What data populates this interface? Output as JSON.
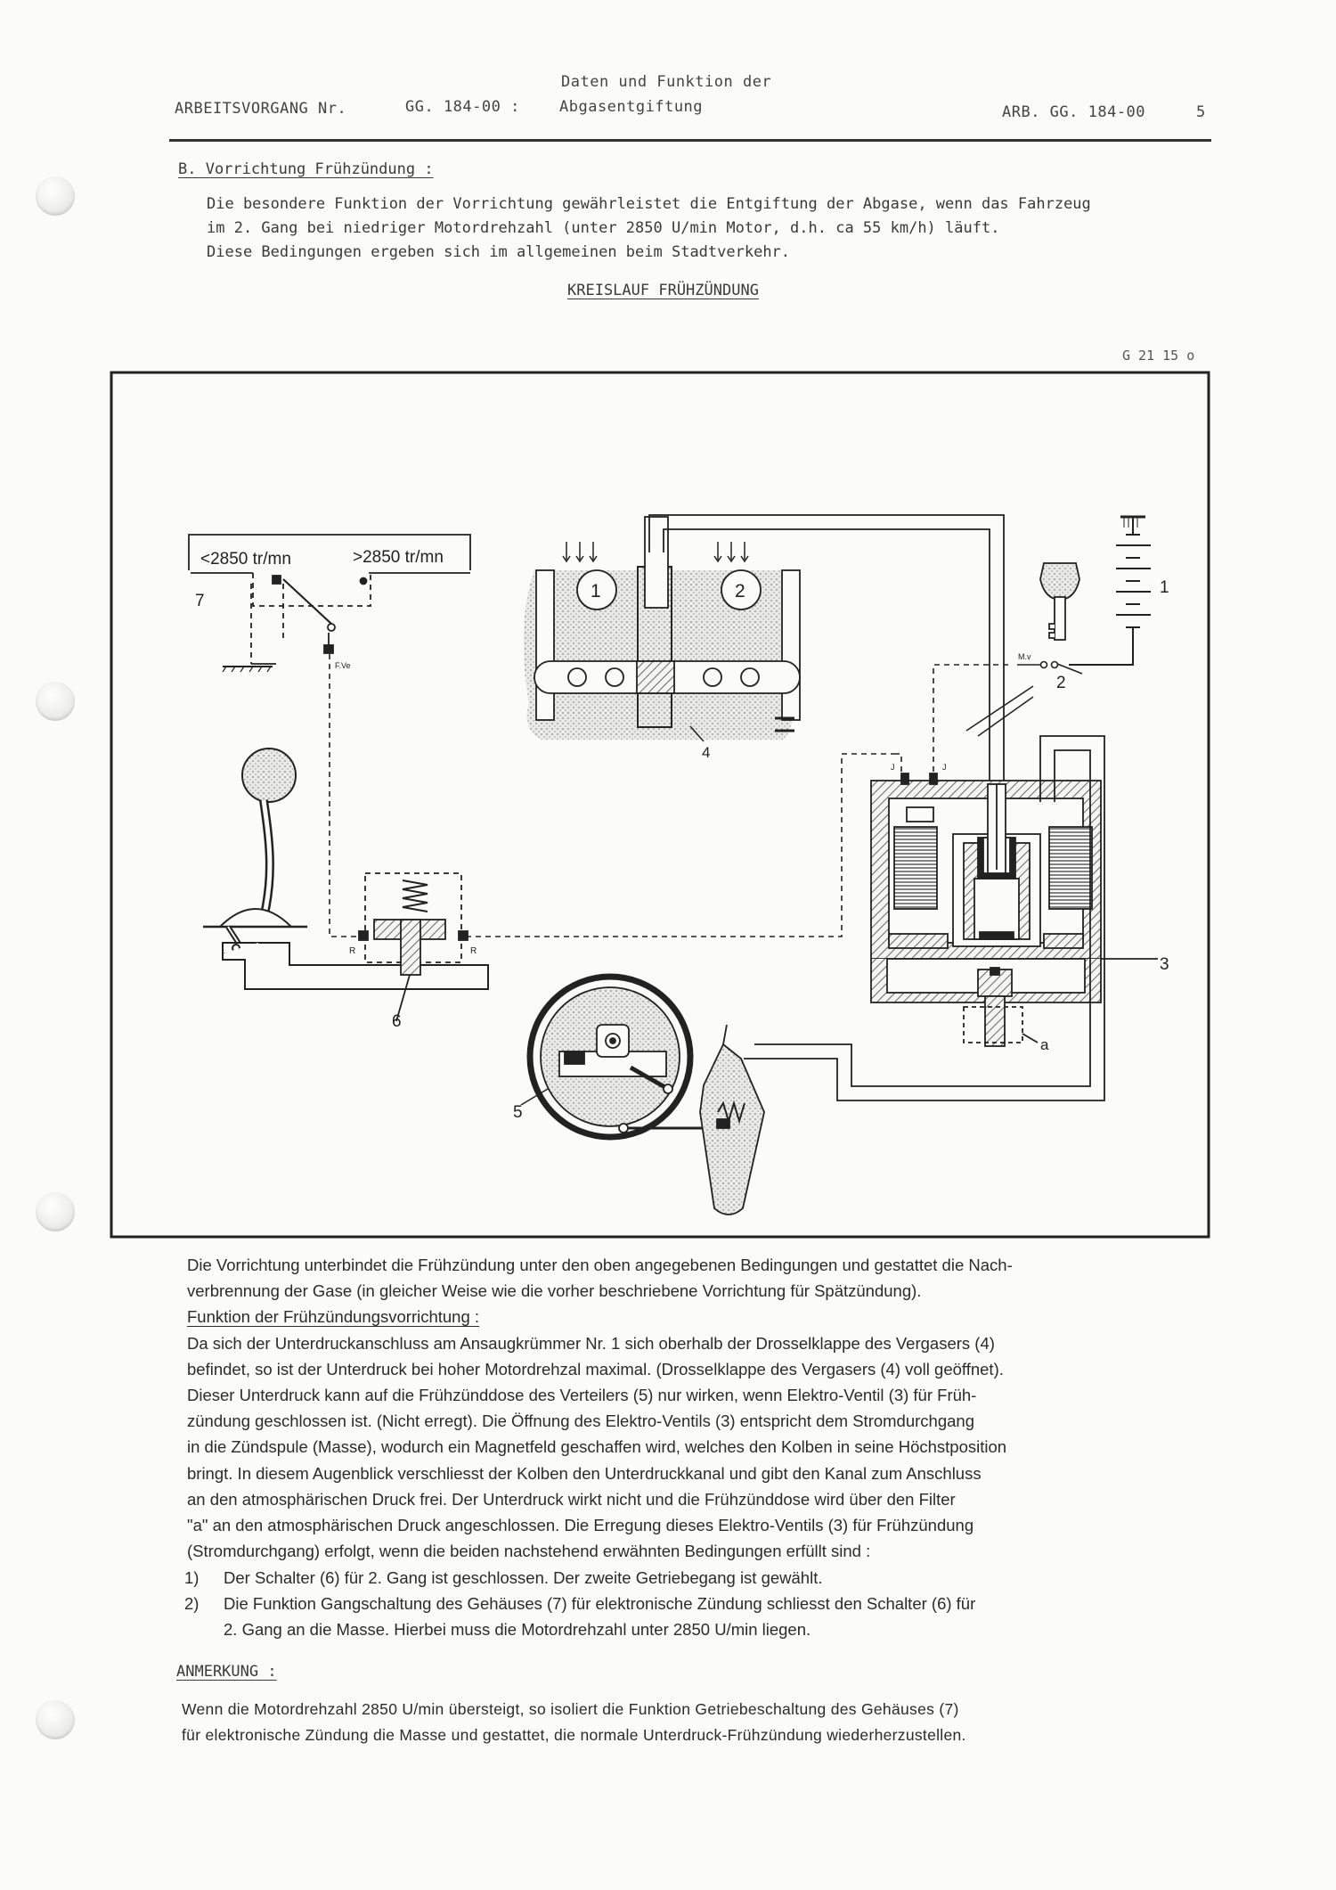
{
  "header": {
    "left": "ARBEITSVORGANG Nr.",
    "code": "GG. 184-00 :",
    "title_line1": "Daten und Funktion der",
    "title_line2": "Abgasentgiftung",
    "right": "ARB. GG. 184-00",
    "page": "5"
  },
  "section": {
    "heading": "B. Vorrichtung Frühzündung :",
    "intro": [
      "Die besondere Funktion der Vorrichtung gewährleistet die Entgiftung der Abgase, wenn das Fahrzeug",
      "im 2. Gang bei niedriger Motordrehzahl (unter 2850 U/min Motor, d.h. ca 55 km/h) läuft.",
      "Diese Bedingungen ergeben sich im allgemeinen beim Stadtverkehr."
    ],
    "diagram_title": "KREISLAUF FRÜHZÜNDUNG",
    "figure_code": "G 21 15 o"
  },
  "diagram": {
    "rpm_low": "<2850 tr/mn",
    "rpm_high": ">2850 tr/mn",
    "fve": "F.Ve",
    "mv": "M.v",
    "j": "J",
    "r": "R",
    "a": "a",
    "labels": [
      "1",
      "2",
      "3",
      "4",
      "5",
      "6",
      "7"
    ],
    "cyl": [
      "1",
      "2"
    ]
  },
  "body": {
    "para1": [
      "Die Vorrichtung unterbindet die Frühzündung unter den oben angegebenen Bedingungen und gestattet die Nach-",
      "verbrennung der Gase (in gleicher Weise wie die vorher beschriebene Vorrichtung für Spätzündung)."
    ],
    "func_heading": "Funktion der Frühzündungsvorrichtung :",
    "para2": [
      "Da sich der Unterdruckanschluss am Ansaugkrümmer Nr. 1 sich oberhalb der Drosselklappe des Vergasers (4)",
      "befindet, so ist der Unterdruck bei hoher Motordrehzal maximal. (Drosselklappe des Vergasers (4) voll geöffnet).",
      "Dieser Unterdruck kann auf die Frühzünddose des Verteilers (5)  nur wirken, wenn Elektro-Ventil (3) für Früh-",
      "zündung geschlossen ist. (Nicht erregt). Die Öffnung des Elektro-Ventils (3) entspricht dem Stromdurchgang",
      "in die Zündspule (Masse), wodurch ein Magnetfeld geschaffen wird, welches den Kolben in seine Höchstposition",
      "bringt. In diesem Augenblick verschliesst der Kolben den Unterdruckkanal und gibt den Kanal zum Anschluss",
      "an den atmosphärischen Druck frei. Der Unterdruck wirkt nicht und die Frühzünddose wird über den Filter",
      "\"a\" an den atmosphärischen Druck angeschlossen. Die Erregung dieses Elektro-Ventils (3) für Frühzündung",
      "(Stromdurchgang) erfolgt, wenn die beiden nachstehend erwähnten Bedingungen erfüllt sind :"
    ],
    "list": [
      {
        "num": "1)",
        "lines": [
          "Der Schalter (6) für 2. Gang ist geschlossen. Der zweite Getriebegang ist gewählt."
        ]
      },
      {
        "num": "2)",
        "lines": [
          "Die Funktion Gangschaltung des Gehäuses (7) für elektronische Zündung schliesst den Schalter (6) für",
          "2. Gang an die Masse. Hierbei muss die Motordrehzahl unter 2850 U/min liegen."
        ]
      }
    ],
    "note_heading": "ANMERKUNG :",
    "note": [
      "Wenn die Motordrehzahl 2850 U/min übersteigt, so isoliert die Funktion Getriebeschaltung des Gehäuses (7)",
      "für elektronische Zündung die Masse und gestattet, die normale Unterdruck-Frühzündung wiederherzustellen."
    ]
  }
}
